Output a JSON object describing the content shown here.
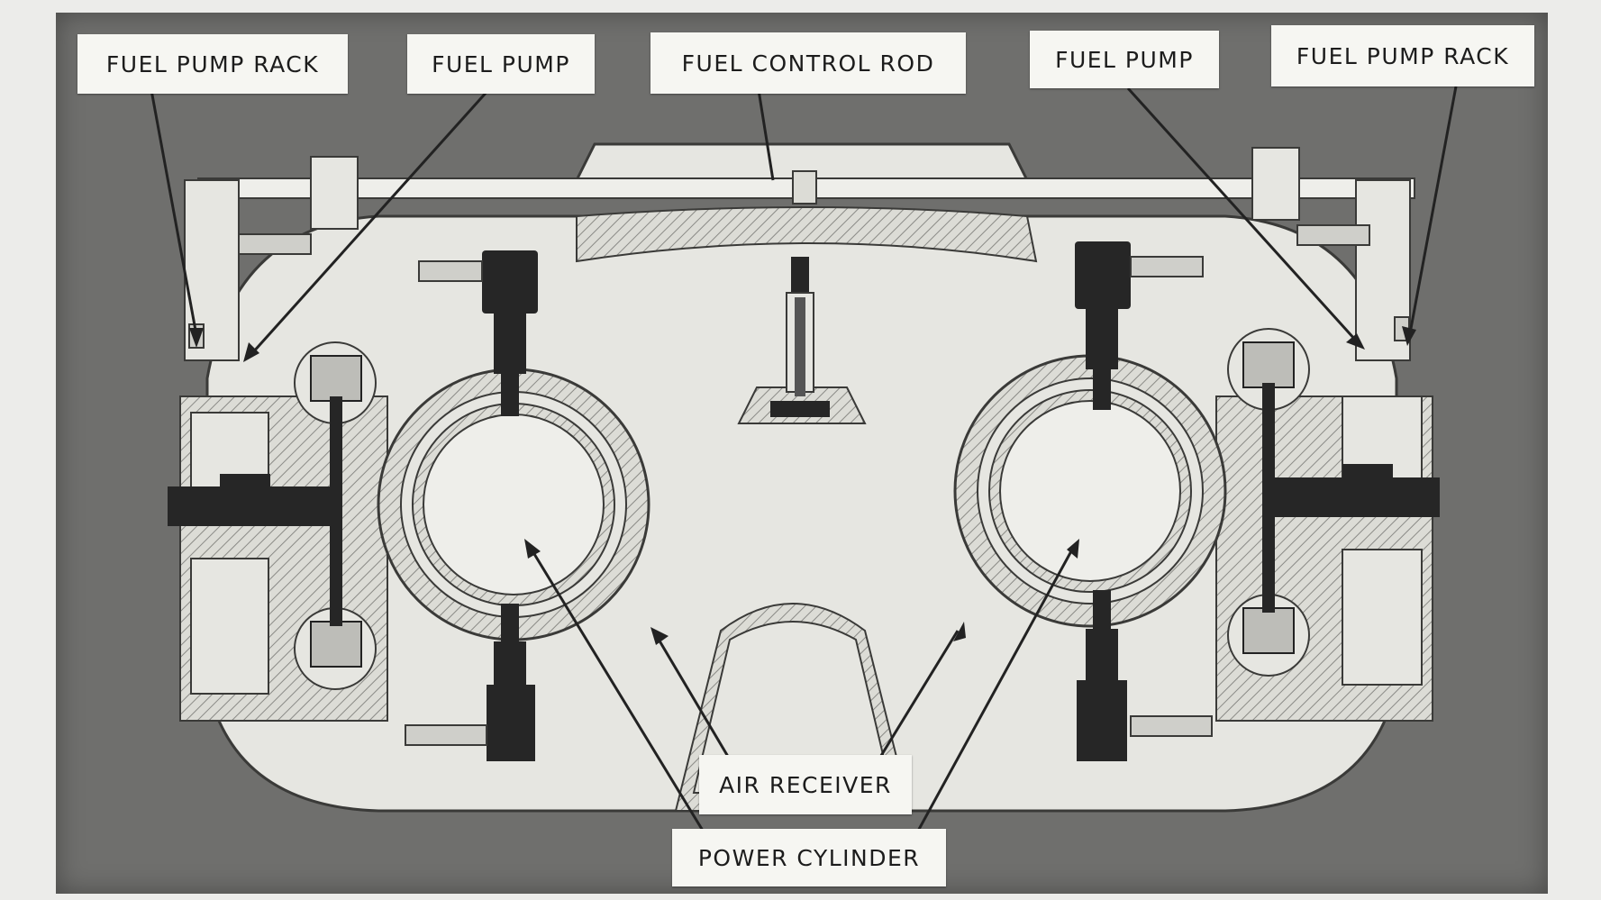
{
  "labels": {
    "fuel_pump_rack_left": "FUEL PUMP RACK",
    "fuel_pump_left": "FUEL PUMP",
    "fuel_control_rod": "FUEL CONTROL ROD",
    "fuel_pump_right": "FUEL PUMP",
    "fuel_pump_rack_right": "FUEL PUMP RACK",
    "air_receiver": "AIR RECEIVER",
    "power_cylinder": "POWER CYLINDER"
  },
  "colors": {
    "background": "#6f6f6d",
    "casting": "#e6e6e1",
    "label_bg": "#f6f6f2",
    "dark_parts": "#262626",
    "leader": "#222222"
  }
}
